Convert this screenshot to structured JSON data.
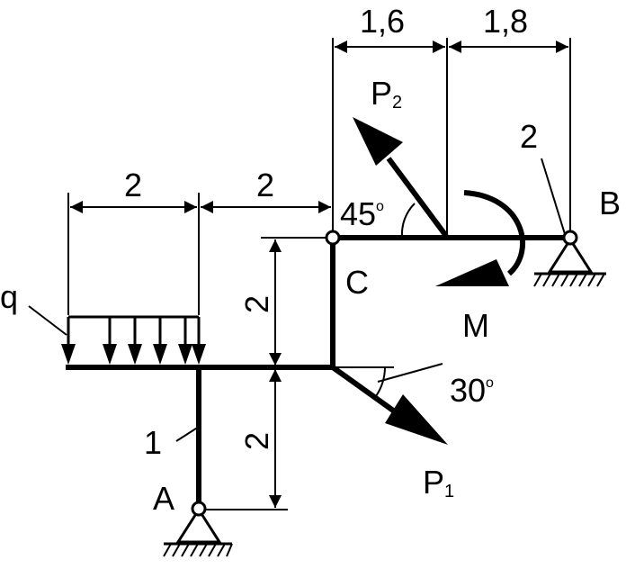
{
  "dimensions": {
    "top_left": "1,6",
    "top_right": "1,8",
    "load_width": "2",
    "gap_width": "2",
    "upper_height": "2",
    "lower_height": "2"
  },
  "labels": {
    "A": "A",
    "B": "B",
    "C": "C",
    "M": "M",
    "q": "q",
    "P": "P",
    "sub1": "1",
    "sub2": "2",
    "rod1": "1",
    "rod2": "2",
    "angle45": "45",
    "angle30": "30",
    "degree": "o"
  }
}
